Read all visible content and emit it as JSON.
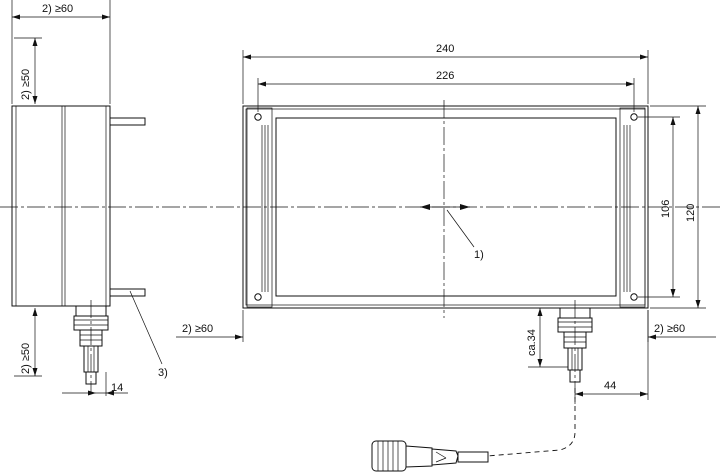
{
  "dimensions": {
    "housing_width": "240",
    "inner_width": "226",
    "housing_height": "120",
    "inner_height": "106",
    "cable_offset": "44",
    "side_offset": "14",
    "connector_length": "ca.34"
  },
  "clearances": {
    "top_horizontal": "2)  ≥60",
    "side_top_vertical": "2)  ≥50",
    "side_bottom_vertical": "2)  ≥50",
    "front_left": "2)  ≥60",
    "front_right": "2)  ≥60"
  },
  "callouts": {
    "center_note": "1)",
    "bracket_note": "3)"
  }
}
